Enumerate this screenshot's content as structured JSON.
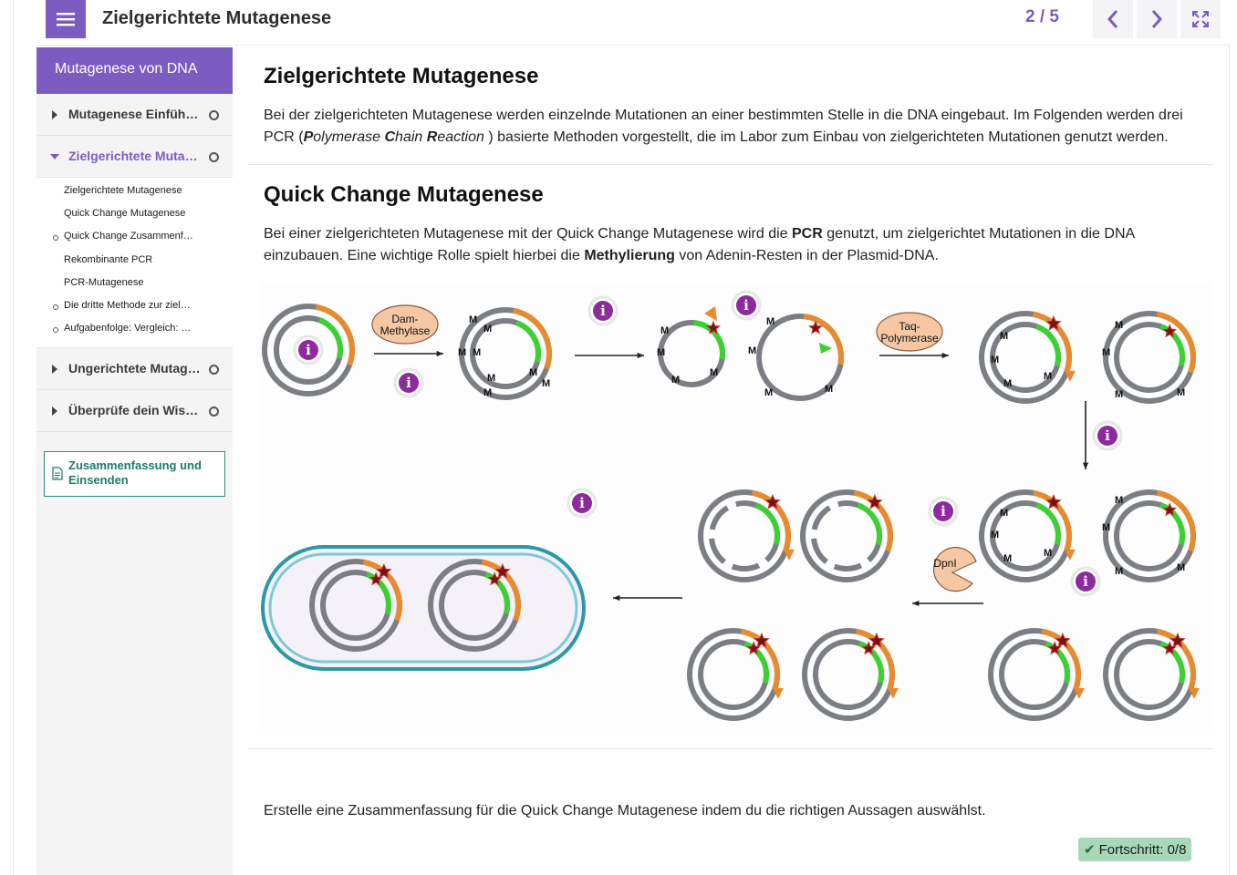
{
  "header": {
    "title": "Zielgerichtete Mutagenese",
    "page_counter": "2 / 5",
    "accent_color": "#7d5cc2"
  },
  "sidebar": {
    "module_title": "Mutagenese von DNA",
    "items": [
      {
        "label": "Mutagenese Einfüh…",
        "icon": "caret-right-icon"
      },
      {
        "label": "Zielgerichtete Muta…",
        "icon": "caret-down-icon"
      },
      {
        "label": "Ungerichtete Mutag…",
        "icon": "caret-right-icon"
      },
      {
        "label": "Überprüfe dein Wis…",
        "icon": "caret-right-icon"
      }
    ],
    "sub_items": [
      {
        "label": "Zielgerichtete Mutagenese"
      },
      {
        "label": "Quick Change Mutagenese"
      },
      {
        "label": "Quick Change Zusammenf…"
      },
      {
        "label": "Rekombinante PCR"
      },
      {
        "label": "PCR-Mutagenese"
      },
      {
        "label": "Die dritte Methode zur ziel…"
      },
      {
        "label": "Aufgabenfolge: Vergleich: …"
      }
    ],
    "summary_button": "Zusammenfassung und Einsenden"
  },
  "content": {
    "section1": {
      "title": "Zielgerichtete Mutagenese",
      "text_1": "Bei der zielgerichteten Mutagenese werden einzelnde Mutationen an einer bestimmten Stelle in die DNA eingebaut. Im Folgenden werden drei PCR (",
      "pcr_p": "P",
      "pcr_olymerase": "olymerase ",
      "pcr_c": "C",
      "pcr_hain": "hain ",
      "pcr_r": "R",
      "pcr_eaction": "eaction ",
      "text_2": ") basierte Methoden vorgestellt, die im Labor zum Einbau von zielgerichteten Mutationen genutzt werden."
    },
    "section2": {
      "title": "Quick Change Mutagenese",
      "text_1": "Bei einer zielgerichteten Mutagenese mit der Quick Change Mutagenese wird die ",
      "bold_1": "PCR",
      "text_2": " genutzt, um zielgerichtet Mutationen in die DNA einzubauen. Eine wichtige Rolle spielt hierbei die ",
      "bold_2": "Methylierung",
      "text_3": " von Adenin-Resten in der Plasmid-DNA."
    },
    "diagram": {
      "enzyme_dam_line1": "Dam-",
      "enzyme_dam_line2": "Methylase",
      "enzyme_taq_line1": "Taq-",
      "enzyme_taq_line2": "Polymerase",
      "enzyme_dpn": "DpnI",
      "methyl_mark": "M",
      "info_glyph": "i"
    },
    "task_text": "Erstelle eine Zusammenfassung für die Quick Change Mutagenese indem du die richtigen Aussagen auswählst.",
    "progress": "Fortschritt: 0/8"
  }
}
